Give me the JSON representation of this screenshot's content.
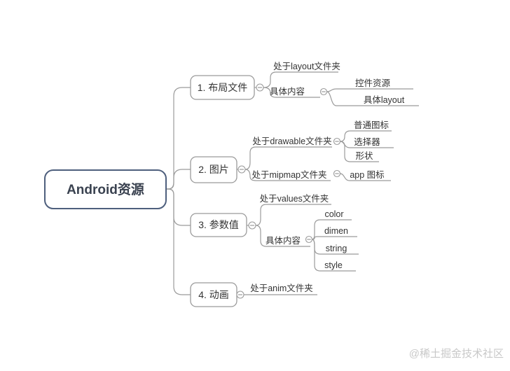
{
  "diagram": {
    "type": "mindmap",
    "root": {
      "label": "Android资源"
    },
    "branches": [
      {
        "label": "1. 布局文件",
        "children": [
          {
            "label": "处于layout文件夹"
          },
          {
            "label": "具体内容",
            "children": [
              {
                "label": "控件资源"
              },
              {
                "label": "具体layout"
              }
            ]
          }
        ]
      },
      {
        "label": "2. 图片",
        "children": [
          {
            "label": "处于drawable文件夹",
            "children": [
              {
                "label": "普通图标"
              },
              {
                "label": "选择器"
              },
              {
                "label": "形状"
              }
            ]
          },
          {
            "label": "处于mipmap文件夹",
            "children": [
              {
                "label": "app 图标"
              }
            ]
          }
        ]
      },
      {
        "label": "3. 参数值",
        "children": [
          {
            "label": "处于values文件夹"
          },
          {
            "label": "具体内容",
            "children": [
              {
                "label": "color"
              },
              {
                "label": "dimen"
              },
              {
                "label": "string"
              },
              {
                "label": "style"
              }
            ]
          }
        ]
      },
      {
        "label": "4. 动画",
        "children": [
          {
            "label": "处于anim文件夹"
          }
        ]
      }
    ]
  },
  "watermark": {
    "label": "@稀土掘金技术社区"
  },
  "colors": {
    "background": "#ffffff",
    "root_border": "#4e5f7d",
    "branch_border": "#9b9b9b",
    "connector": "#9b9b9b",
    "text": "#333333",
    "watermark": "#c8c8c8"
  }
}
